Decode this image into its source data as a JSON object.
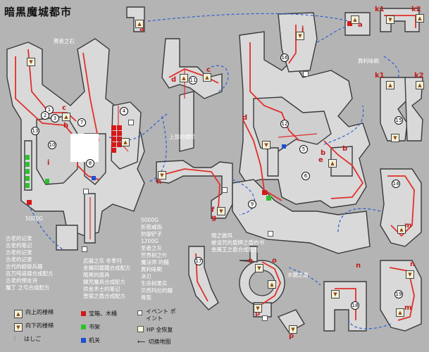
{
  "title": "暗黒魔城都市",
  "colors": {
    "background": "#b4b4b4",
    "route": "#e0302b",
    "warp": "#2f5fd3",
    "chest": "#d61818",
    "shelf": "#2ec12e",
    "switch": "#1f4fd0"
  },
  "map_letters": [
    "a",
    "a",
    "b",
    "b",
    "c",
    "c",
    "d",
    "d",
    "e",
    "f",
    "g",
    "h",
    "h",
    "i",
    "j",
    "k1",
    "k1",
    "k2",
    "k2",
    "m",
    "m",
    "n",
    "n",
    "o",
    "o",
    "p",
    "p"
  ],
  "map_numbers": [
    "1",
    "2",
    "3",
    "4",
    "5",
    "6",
    "7",
    "8",
    "9",
    "10",
    "11",
    "12",
    "13",
    "14",
    "15",
    "16",
    "17",
    "18",
    "19"
  ],
  "annotations": {
    "sage_stone": "賢者之石",
    "ascend_stairs_map": "上部的楼阶",
    "scroll": "異利咏刷",
    "ice_mirror": "水鏡之盾",
    "gold_left": "5000G",
    "book_right": [
      "暗之披风",
      "被诅咒的盾牌之盾的书",
      "金属王之盾合成配方"
    ],
    "list_bottom_left": [
      "古老的记录",
      "古老的笔记",
      "古老的记录",
      "古老的记录",
      "古代的超级兵器",
      "百万吨道德合成配方",
      "古老的预言诗",
      "魔丁 之弓合成配方"
    ],
    "list_center": [
      "武器之灰 冬季刊",
      "金屬同鍍鐵合成配方",
      "暗黑的面具",
      "鍊咒魔具合成配方",
      "烘金术士的笔记",
      "普德之盾合成配方"
    ],
    "list_right": [
      "5000G",
      "折箭威指",
      "防御铲子",
      "1200G",
      "圣者之灰",
      "世界树之叶",
      "魔法师 的髓",
      "異利咏刷",
      "冰刃",
      "生命树果实",
      "贝西玛拉的髓",
      "骨盔"
    ]
  },
  "legend": {
    "stairs_up": "向上的楼梯",
    "stairs_down": "向下的楼梯",
    "ladder": "はしご",
    "chest": "宝箱、木桶",
    "shelf": "书架",
    "switch": "机关",
    "event_point": "イベント ポイント",
    "hp_restore": "HP 全恢复",
    "map_switch": "切换地图"
  }
}
